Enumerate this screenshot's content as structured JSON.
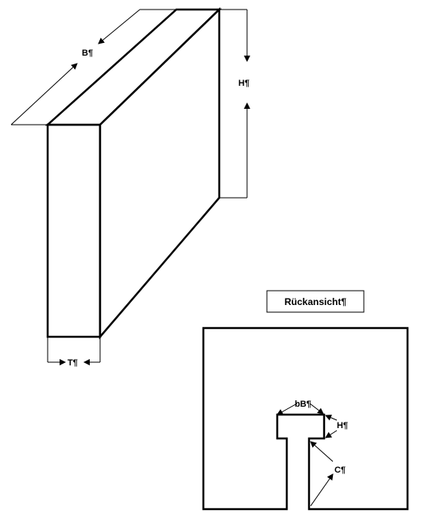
{
  "labels": {
    "width": "B¶",
    "height": "H¶",
    "depth": "T¶",
    "rear_view_title": "Rückansicht¶",
    "slot_width": "bB¶",
    "slot_head_height": "H¶",
    "slot_c": "C¶"
  }
}
